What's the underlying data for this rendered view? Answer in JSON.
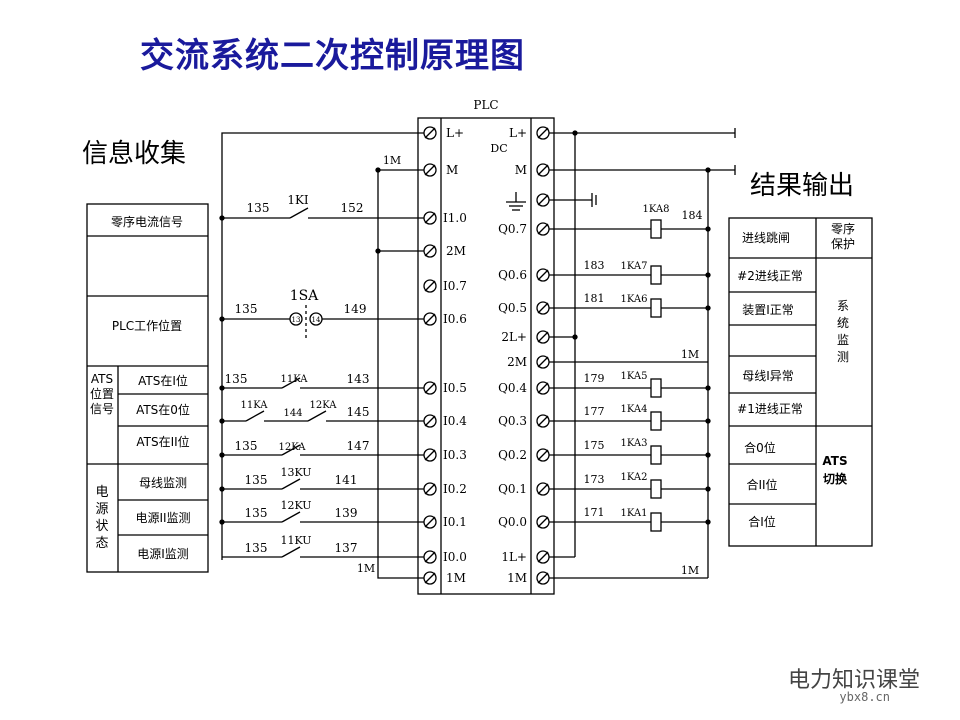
{
  "title": "交流系统二次控制原理图",
  "plc_label": "PLC",
  "dc_label": "DC",
  "info_title": "信息收集",
  "result_title": "结果输出",
  "left_table": {
    "row1": "零序电流信号",
    "row2": "PLC工作位置",
    "ats_group": "ATS位置信号",
    "ats1": "ATS在I位",
    "ats2": "ATS在0位",
    "ats3": "ATS在II位",
    "pwr_group": "电源状态",
    "pwr1": "母线监测",
    "pwr2": "电源II监测",
    "pwr3": "电源I监测"
  },
  "right_table": {
    "r1": "进线跳闸",
    "g1": "零序保护",
    "r2": "#2进线正常",
    "r3": "装置I正常",
    "g2": "系统监测",
    "r4": "母线I异常",
    "r5": "#1进线正常",
    "r6": "合0位",
    "r7": "合II位",
    "r8": "合I位",
    "g3": "ATS切换"
  },
  "plc_left_terms": [
    "L+",
    "M",
    "I1.0",
    "2M",
    "I0.7",
    "I0.6",
    "I0.5",
    "I0.4",
    "I0.3",
    "I0.2",
    "I0.1",
    "I0.0",
    "1M"
  ],
  "plc_right_terms": [
    "L+",
    "M",
    "Q0.7",
    "Q0.6",
    "Q0.5",
    "2L+",
    "2M",
    "Q0.4",
    "Q0.3",
    "Q0.2",
    "Q0.1",
    "Q0.0",
    "1L+",
    "1M"
  ],
  "input_contacts": [
    "1KI",
    "1SA",
    "11KA",
    "11KA",
    "12KA",
    "12KA",
    "13KU",
    "12KU",
    "11KU"
  ],
  "input_wires_left": [
    "135",
    "135",
    "135",
    "135",
    "135",
    "135",
    "135"
  ],
  "input_wires_right": [
    "152",
    "149",
    "143",
    "145",
    "147",
    "141",
    "139",
    "137"
  ],
  "mid_wire": "144",
  "sa_pins": [
    "13",
    "14"
  ],
  "left_bus_labels": [
    "1M",
    "1M"
  ],
  "relays": [
    "1KA8",
    "1KA7",
    "1KA6",
    "1KA5",
    "1KA4",
    "1KA3",
    "1KA2",
    "1KA1"
  ],
  "relay_wires": [
    "184",
    "183",
    "181",
    "179",
    "177",
    "175",
    "173",
    "171"
  ],
  "right_bus_labels": [
    "1M",
    "1M"
  ],
  "watermark": "电力知识课堂",
  "watermark_url": "ybx8.cn"
}
